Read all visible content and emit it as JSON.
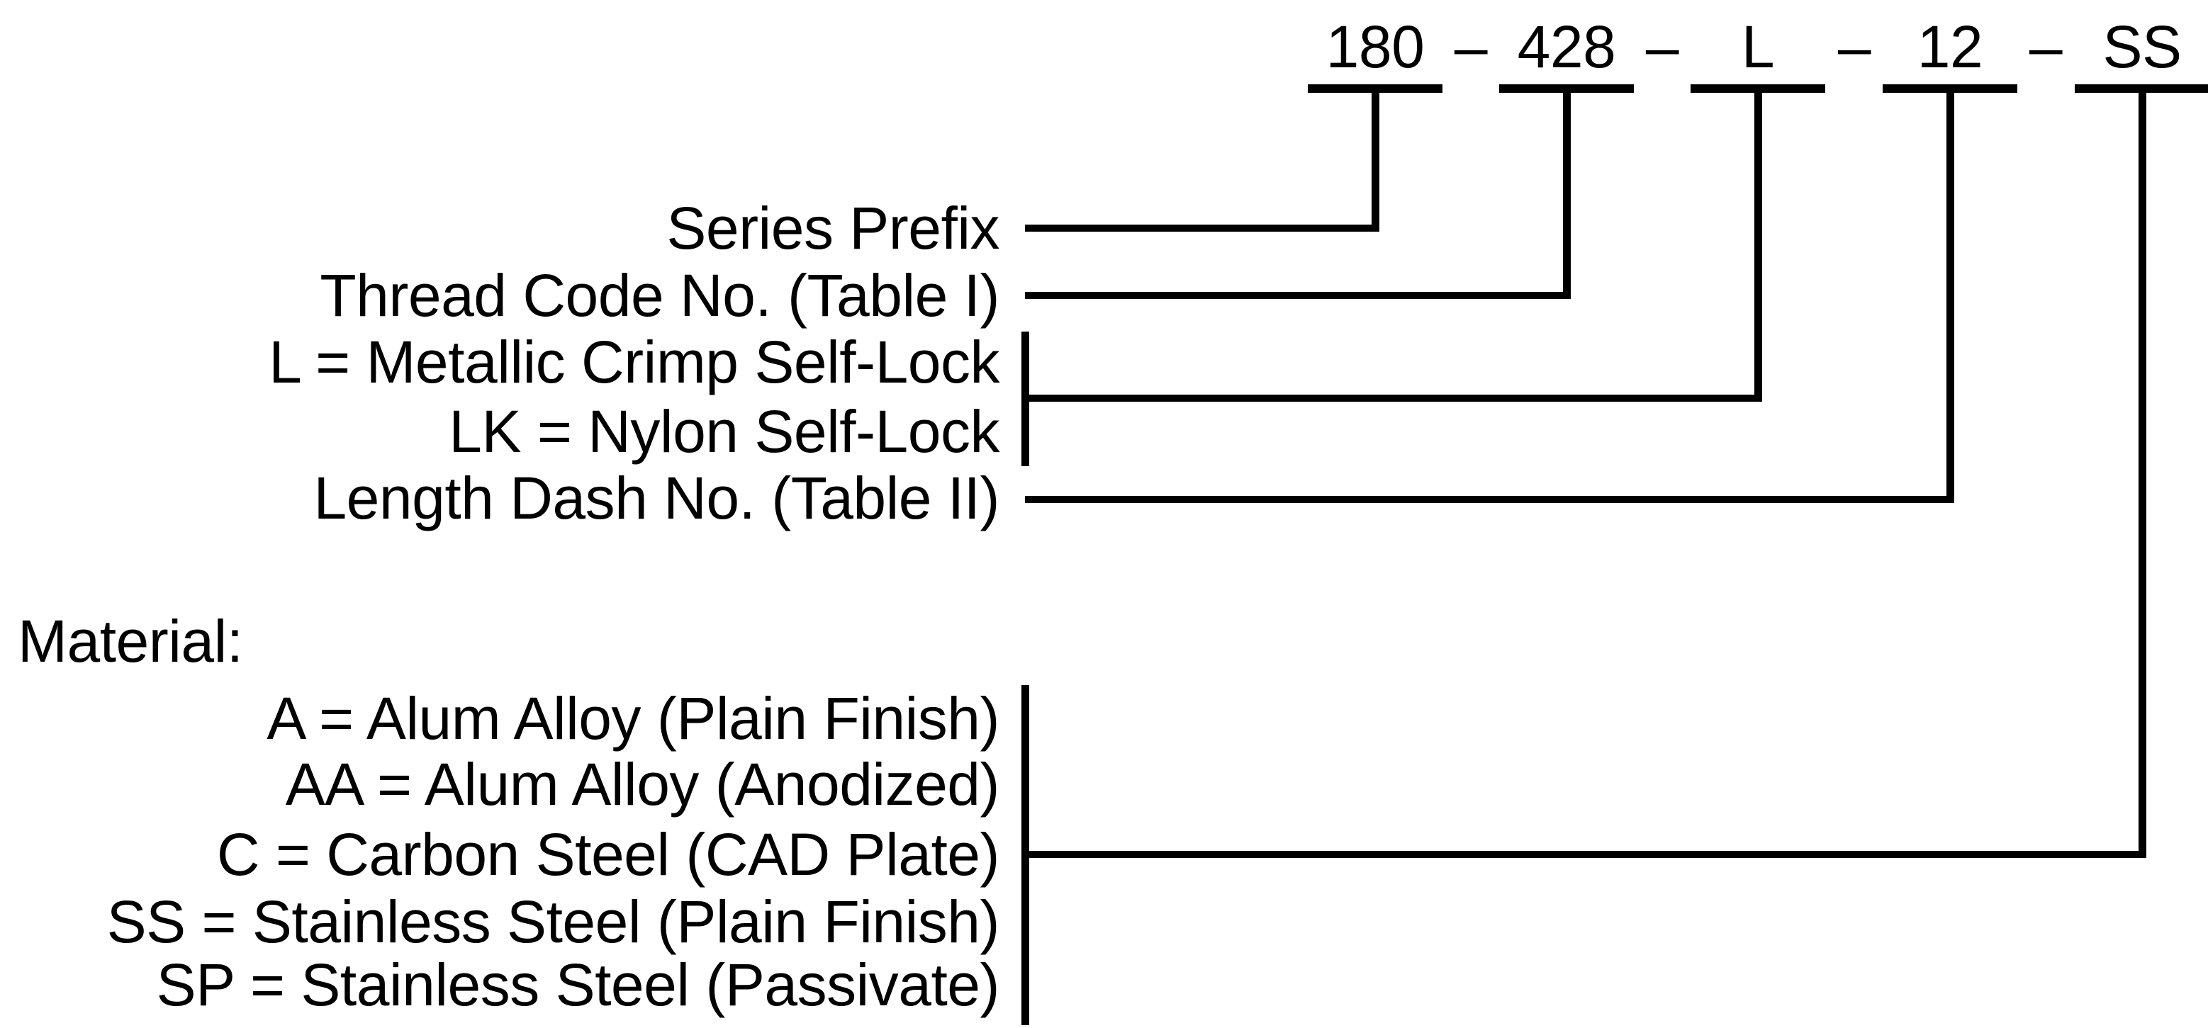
{
  "diagram": {
    "background_color": "#ffffff",
    "ink_color": "#000000",
    "part_number": {
      "separator": "–",
      "segments": [
        {
          "id": "series-prefix",
          "value": "180"
        },
        {
          "id": "thread-code",
          "value": "428"
        },
        {
          "id": "lock-style",
          "value": "L"
        },
        {
          "id": "length-dash",
          "value": "12"
        },
        {
          "id": "material",
          "value": "SS"
        }
      ]
    },
    "callouts": [
      {
        "id": "series-prefix",
        "label": "Series Prefix"
      },
      {
        "id": "thread-code",
        "label": "Thread Code No. (Table I)"
      },
      {
        "id": "lock-metallic",
        "label": "L = Metallic Crimp Self-Lock"
      },
      {
        "id": "lock-nylon",
        "label": "LK = Nylon Self-Lock"
      },
      {
        "id": "length-dash",
        "label": "Length Dash No. (Table II)"
      }
    ],
    "material_section": {
      "heading": "Material:",
      "options": [
        {
          "id": "alum-plain",
          "label": "A = Alum Alloy (Plain Finish)"
        },
        {
          "id": "alum-anodized",
          "label": "AA = Alum Alloy (Anodized)"
        },
        {
          "id": "carbon-cad",
          "label": "C = Carbon Steel (CAD Plate)"
        },
        {
          "id": "stainless-plain",
          "label": "SS = Stainless Steel (Plain Finish)"
        },
        {
          "id": "stainless-passivate",
          "label": "SP = Stainless Steel (Passivate)"
        }
      ]
    }
  }
}
